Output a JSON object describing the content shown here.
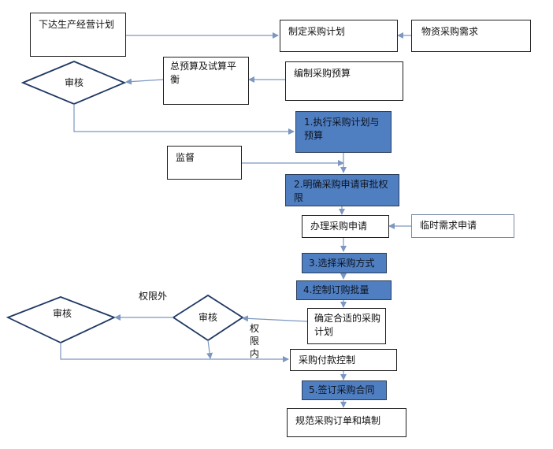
{
  "nodes": {
    "issue_plan": "下达生产经营计划",
    "make_plan": "制定采购计划",
    "material_demand": "物资采购需求",
    "review_1": "审核",
    "total_budget": "总预算及试算平衡",
    "compile_budget": "编制采购预算",
    "step1": "1.执行采购计划与预算",
    "supervise": "监督",
    "step2": "2.明确采购申请审批权限",
    "handle_request": "办理采购申请",
    "temp_request": "临时需求申请",
    "step3": "3.选择采购方式",
    "step4": "4.控制订购批量",
    "review_2": "审核",
    "review_3": "审核",
    "determine_plan": "确定合适的采购计划",
    "payment_control": "采购付款控制",
    "step5": "5.签订采购合同",
    "standardize": "规范采购订单和填制"
  },
  "labels": {
    "out_of_authority": "权限外",
    "within_authority": "权限内"
  },
  "colors": {
    "step_fill": "#4f7ec1",
    "arrow": "#7d97c0",
    "border": "#1f1f1f"
  }
}
